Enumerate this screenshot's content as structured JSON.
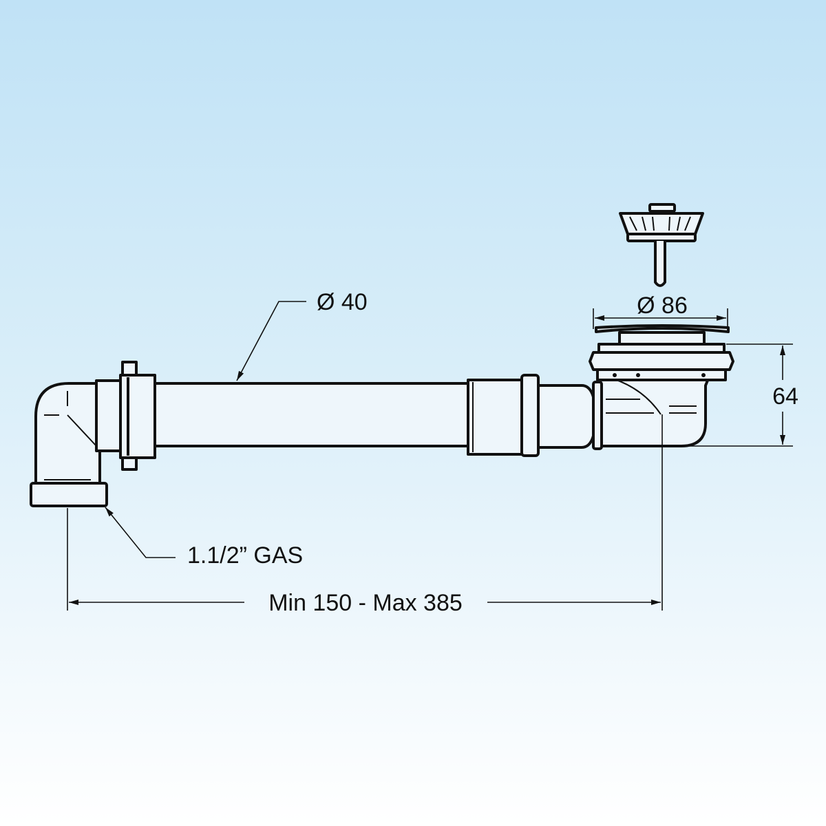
{
  "labels": {
    "pipe_diameter": "Ø 40",
    "strainer_diameter": "Ø 86",
    "height": "64",
    "thread": "1.1/2” GAS",
    "length_range": "Min 150 - Max 385"
  },
  "colors": {
    "background_top": "#c0e2f6",
    "background_bottom": "#ffffff",
    "line": "#111111"
  }
}
